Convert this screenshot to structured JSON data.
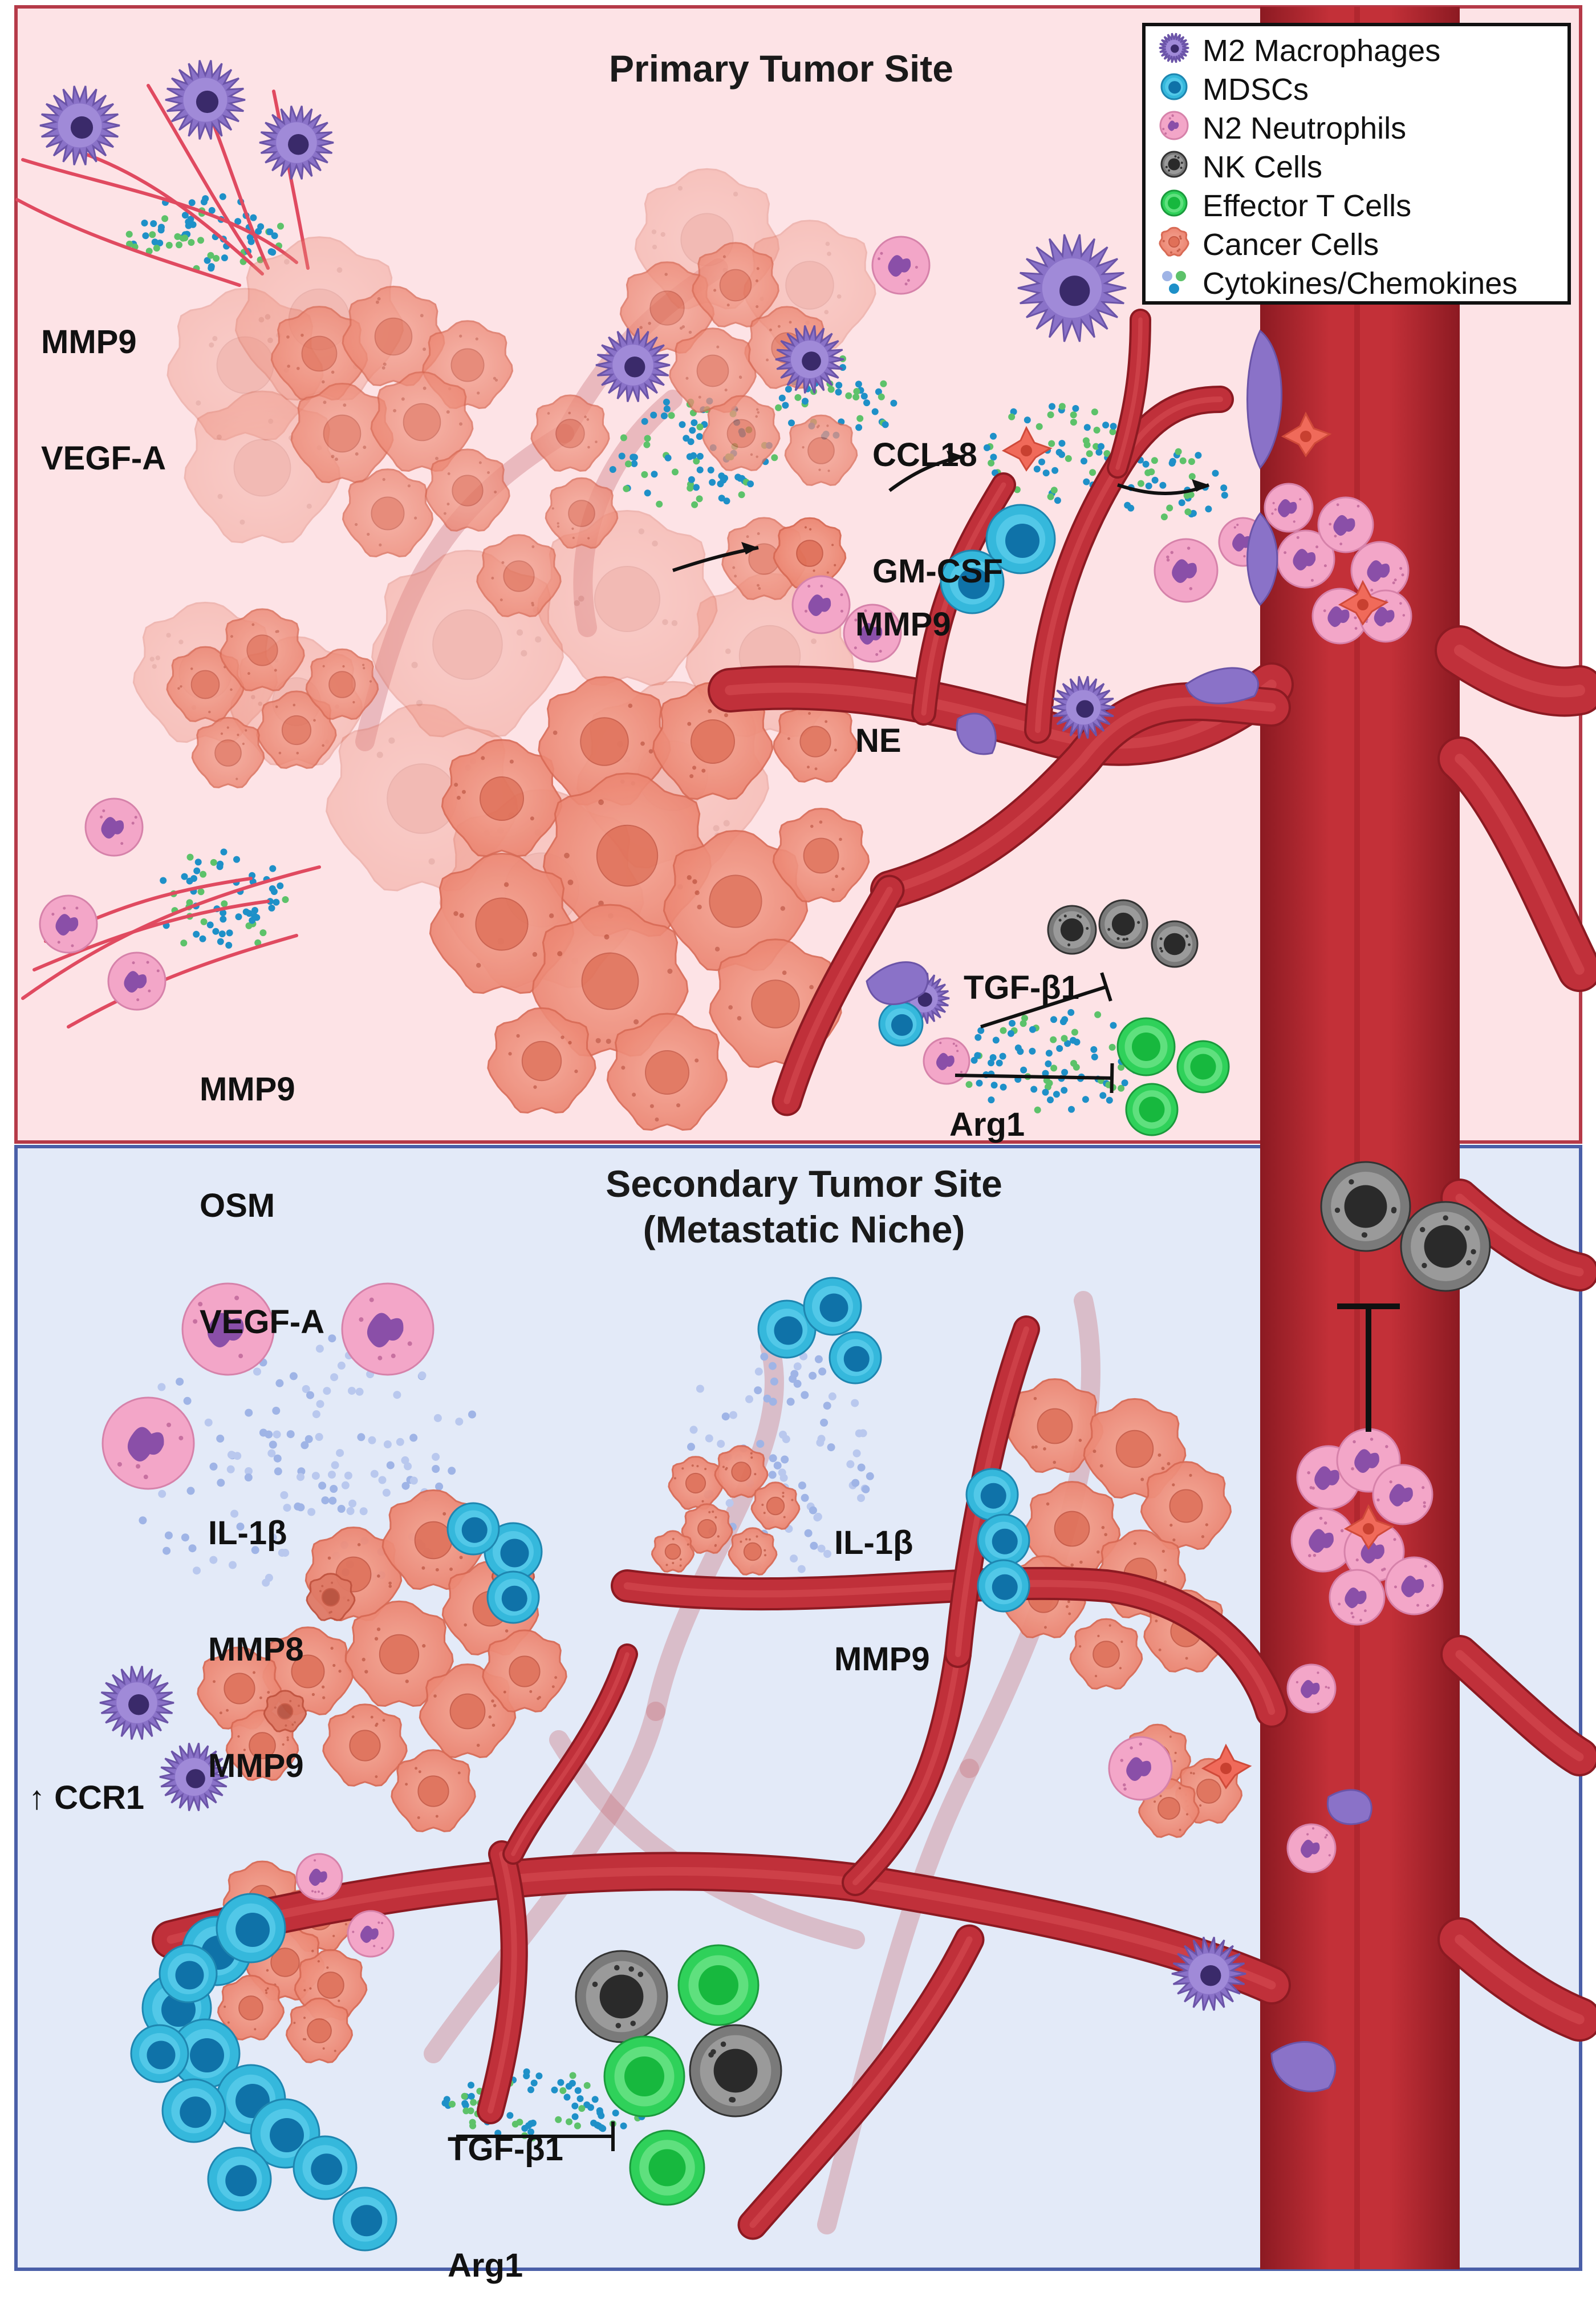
{
  "panels": {
    "primary": {
      "title": "Primary Tumor Site",
      "bg": "#fde3e6",
      "border": "#b53a48"
    },
    "secondary": {
      "title_line1": "Secondary Tumor Site",
      "title_line2": "(Metastatic Niche)",
      "bg": "#e3eaf8",
      "border": "#4a5fa8"
    }
  },
  "legend": {
    "items": [
      {
        "label": "M2 Macrophages",
        "icon": "macrophage-icon"
      },
      {
        "label": "MDSCs",
        "icon": "mdsc-icon"
      },
      {
        "label": "N2 Neutrophils",
        "icon": "neutrophil-icon"
      },
      {
        "label": "NK Cells",
        "icon": "nk-cell-icon"
      },
      {
        "label": "Effector T Cells",
        "icon": "t-cell-icon"
      },
      {
        "label": "Cancer Cells",
        "icon": "cancer-cell-icon"
      },
      {
        "label": "Cytokines/Chemokines",
        "icon": "cytokine-icon"
      }
    ]
  },
  "labels": {
    "primary_top_left": {
      "line1": "MMP9",
      "line2": "VEGF-A"
    },
    "primary_ccl18": {
      "line1": "CCL18",
      "line2": "GM-CSF"
    },
    "primary_mmp9_ne": {
      "line1": "MMP9",
      "line2": "NE"
    },
    "primary_bottom_left": {
      "line1": "MMP9",
      "line2": "OSM",
      "line3": "VEGF-A"
    },
    "primary_tgf": "TGF-β1",
    "primary_arg": "Arg1",
    "secondary_left": {
      "line1": "IL-1β",
      "line2": "MMP8",
      "line3": "MMP9"
    },
    "secondary_center": {
      "line1": "IL-1β",
      "line2": "MMP9"
    },
    "secondary_ccr1": "↑ CCR1",
    "secondary_bottom": {
      "line1": "TGF-β1",
      "line2": "Arg1"
    }
  },
  "colors": {
    "vessel": "#b3262e",
    "vessel_dark": "#8c1a22",
    "cancer": "#f08c7a",
    "cancer_nucleus": "#e07058",
    "macrophage": "#8a72c8",
    "mdsc": "#35b8dc",
    "neutrophil": "#f3a6c8",
    "nk": "#4a4a4a",
    "tcell": "#2fd15a",
    "cytokine_blue": "#1e90c8",
    "cytokine_green": "#5dc26a"
  }
}
